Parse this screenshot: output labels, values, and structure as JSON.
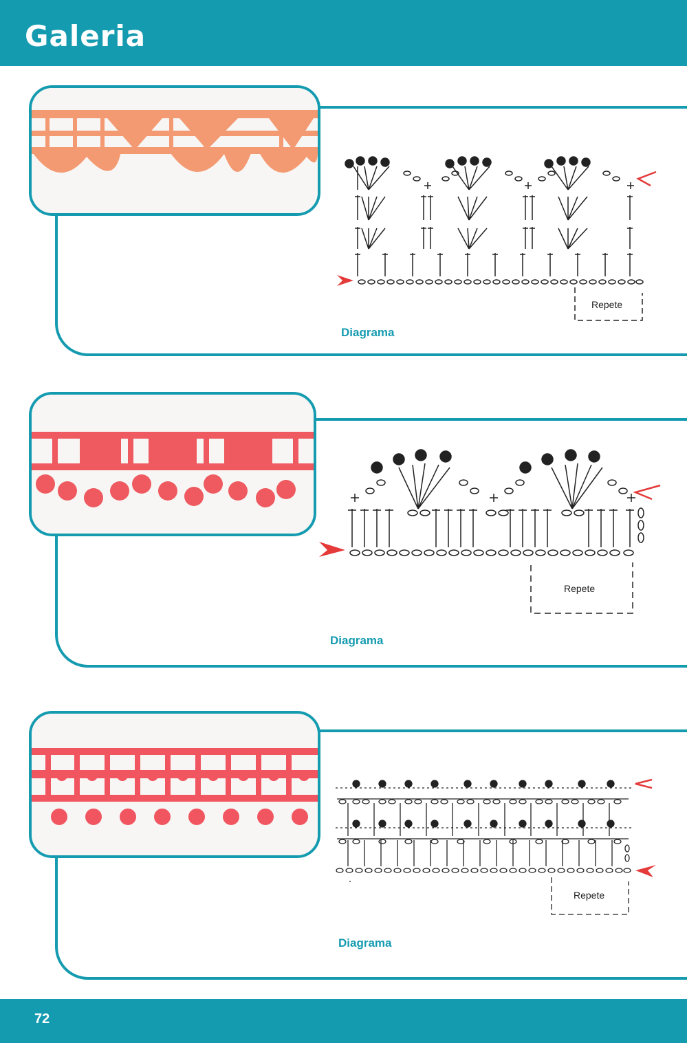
{
  "header": {
    "title": "Galeria"
  },
  "footer": {
    "page_number": "72"
  },
  "panels": [
    {
      "diagram_label": "Diagrama",
      "repeat_label": "Repete",
      "yarn_color": "#f39a72"
    },
    {
      "diagram_label": "Diagrama",
      "repeat_label": "Repete",
      "yarn_color": "#ee5a5f"
    },
    {
      "diagram_label": "Diagrama",
      "repeat_label": "Repete",
      "yarn_color": "#f05560"
    }
  ],
  "colors": {
    "accent": "#159bb0",
    "arrow": "#e53a3a"
  }
}
